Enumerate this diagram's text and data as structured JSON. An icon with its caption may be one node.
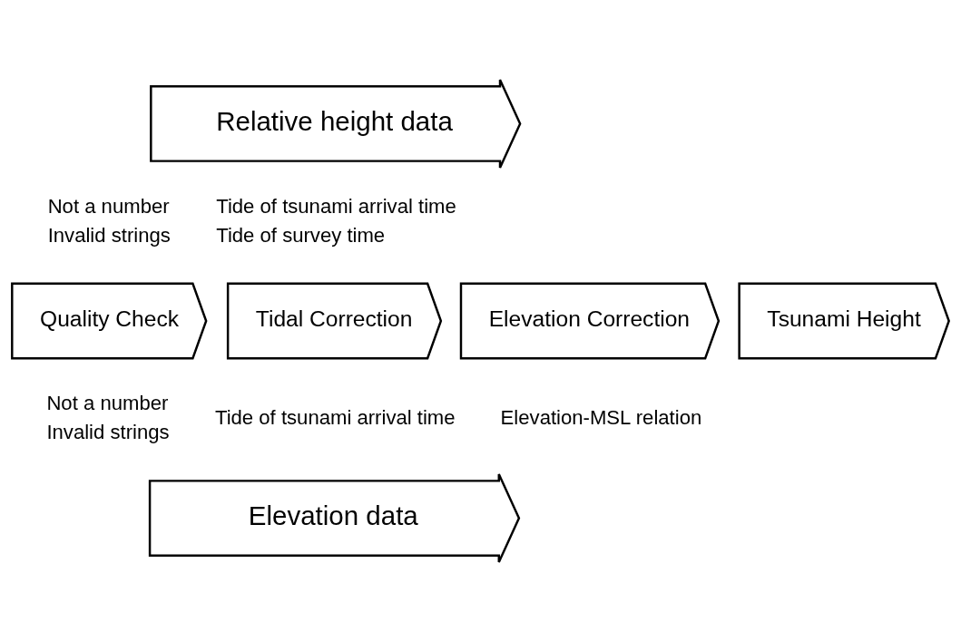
{
  "diagram": {
    "nodes": [
      {
        "text": [
          "Relative height data"
        ]
      },
      {
        "text": [
          "Quality Check"
        ]
      },
      {
        "text": [
          "Tidal Correction"
        ]
      },
      {
        "text": [
          "Elevation Correction"
        ]
      },
      {
        "text": [
          "Tsunami Height"
        ]
      },
      {
        "text": [
          "Elevation data"
        ]
      }
    ],
    "edges": [],
    "labels": [
      "Not a number",
      "Invalid strings",
      "Tide of tsunami arrival time",
      "Tide of survey time",
      "Not a number",
      "Invalid strings",
      "Tide of tsunami arrival time",
      "Elevation-MSL relation"
    ]
  }
}
